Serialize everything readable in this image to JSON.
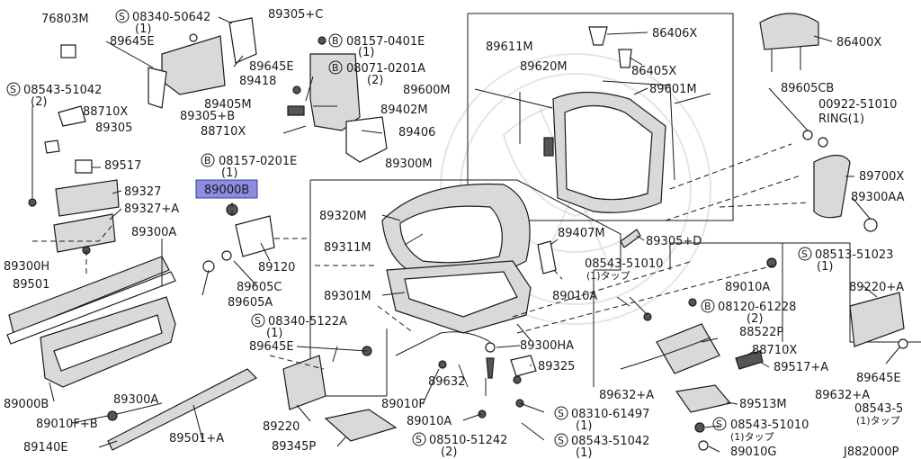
{
  "diagram_code": "J882000P",
  "highlighted_part": "89000B",
  "colors": {
    "highlight": "#8c8ce0",
    "line": "#1a1a1a",
    "fill_gray": "#d9d9d9"
  },
  "labels": {
    "l76803M": "76803M",
    "s0834050642": "08340-50642",
    "q1a": "(1)",
    "l89645E_top": "89645E",
    "l89305C": "89305+C",
    "l89645E_mid": "89645E",
    "b081570401E": "08157-0401E",
    "q1b": "(1)",
    "b081710201A": "08071-0201A",
    "q2a": "(2)",
    "s0854351042": "08543-51042",
    "q2b": "(2)",
    "l89405M": "89405M",
    "l89418": "89418",
    "l88710X_a": "88710X",
    "l89305B": "89305+B",
    "l89305": "89305",
    "l88710X_b": "88710X",
    "l89402M": "89402M",
    "l89406": "89406",
    "l89517": "89517",
    "b081570201E": "08157-0201E",
    "q1c": "(1)",
    "l89000B_hl": "89000B",
    "l89327": "89327",
    "l89327A": "89327+A",
    "l89300M": "89300M",
    "l89320M": "89320M",
    "l89311M": "89311M",
    "l89300A_a": "89300A",
    "l89300H": "89300H",
    "l89501": "89501",
    "l89605C": "89605C",
    "l89605A": "89605A",
    "l89120": "89120",
    "l89407M": "89407M",
    "l89301M": "89301M",
    "s0834051 22A": "08340-5122A",
    "q1d": "(1)",
    "l89645E_low": "89645E",
    "l89000B_low": "89000B",
    "l89300A_b": "89300A",
    "l89010FB": "89010F+B",
    "l89140E": "89140E",
    "l89501A": "89501+A",
    "l89220": "89220",
    "l89345P": "89345P",
    "l89010F": "89010F",
    "l89632": "89632",
    "l89010A_low": "89010A",
    "s0851051242": "08510-51242",
    "q2c": "(2)",
    "l89300HA": "89300HA",
    "l89325": "89325",
    "s0831061497": "08310-61497",
    "q1e": "(1)",
    "s0854351042b": "08543-51042",
    "q1f": "(1)",
    "l89611M": "89611M",
    "l89620M": "89620M",
    "l86406X": "86406X",
    "l86405X": "86405X",
    "l89600M": "89600M",
    "l89601M": "89601M",
    "l86400X": "86400X",
    "l89605CB": "89605CB",
    "l00922": "00922-51010",
    "ring": "RING(1)",
    "l89700X": "89700X",
    "l89300AA": "89300AA",
    "l89305D": "89305+D",
    "s0851351023": "08513-51023",
    "q1g": "(1)",
    "s0854351010a": "08543-51010",
    "tap1": "(1)タップ",
    "l89010A_mid": "89010A",
    "l89010A_r": "89010A",
    "b0812061228": "08120-61228",
    "q2d": "(2)",
    "l88522P": "88522P",
    "l88710X_c": "88710X",
    "l89517A": "89517+A",
    "l89632A_a": "89632+A",
    "l89513M": "89513M",
    "s0854351010b": "08543-51010",
    "tap2": "(1)タップ",
    "l89010G": "89010G",
    "l89220A": "89220+A",
    "l89645E_r": "89645E",
    "l89632A_b": "89632+A",
    "s08543_5": "08543-5",
    "tap3": "(1)タップ"
  },
  "marks": {
    "s": "S",
    "b": "B"
  }
}
